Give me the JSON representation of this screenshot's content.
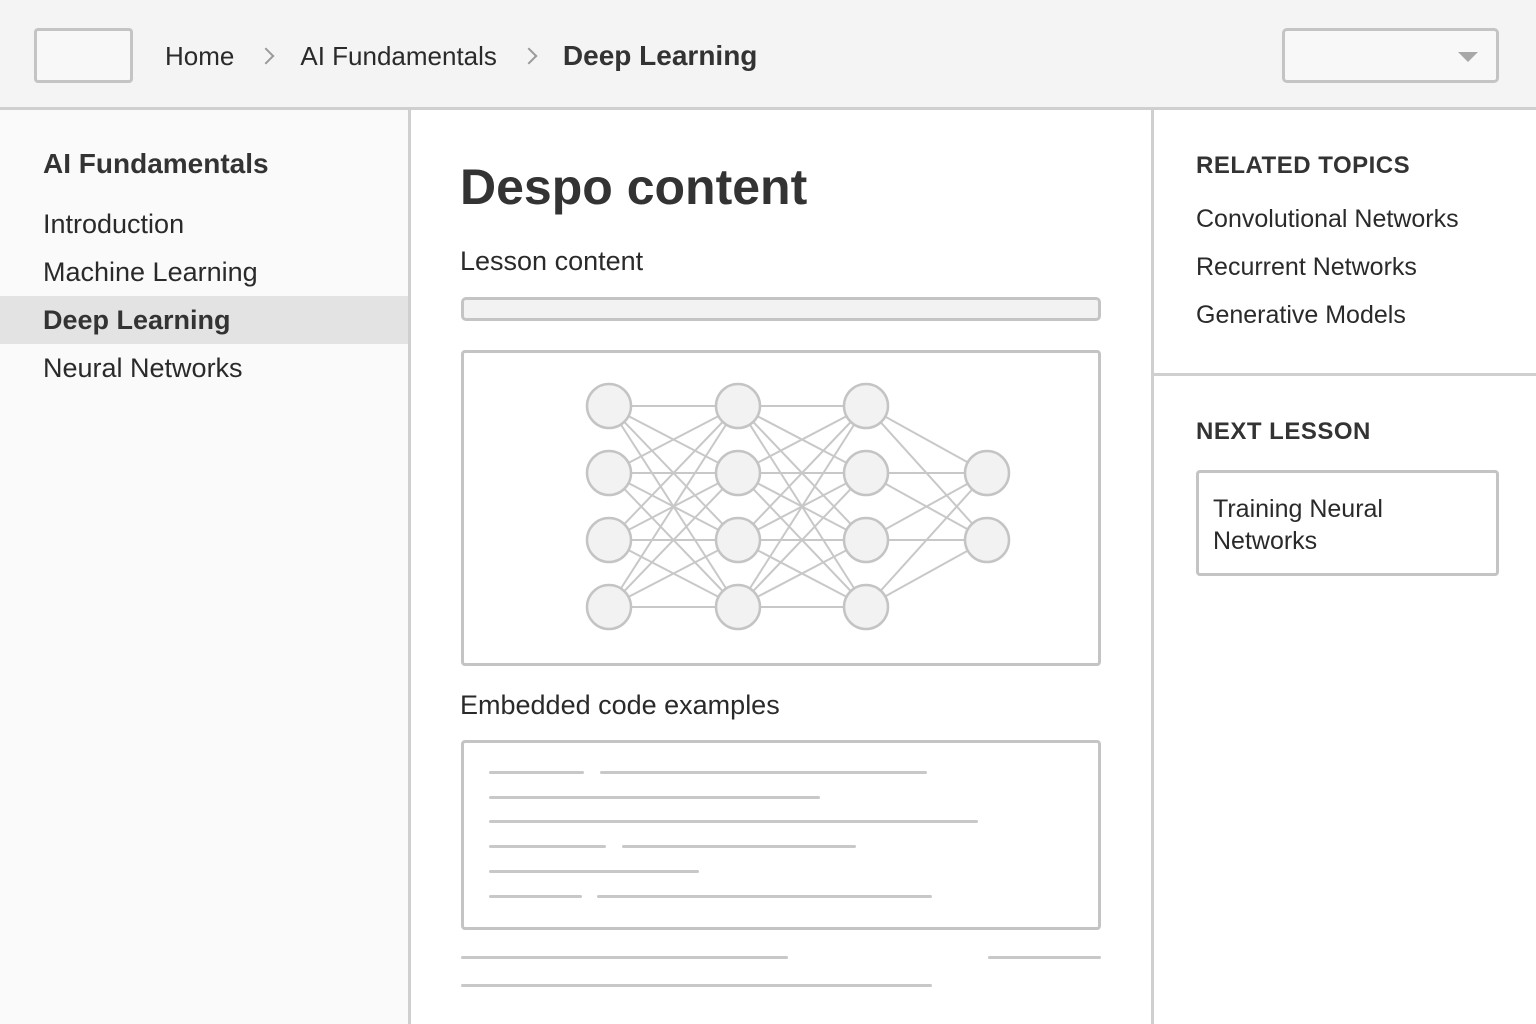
{
  "header": {
    "breadcrumb": [
      "Home",
      "AI Fundamentals",
      "Deep Learning"
    ]
  },
  "sidebar": {
    "title": "AI Fundamentals",
    "items": [
      {
        "label": "Introduction"
      },
      {
        "label": "Machine Learning"
      },
      {
        "label": "Deep Learning",
        "active": true
      },
      {
        "label": "Neural Networks"
      }
    ]
  },
  "main": {
    "title": "Despo content",
    "lesson_label": "Lesson content",
    "code_label": "Embedded code examples",
    "figure": {
      "description_icon": "neural-network-diagram",
      "layers": [
        4,
        4,
        4,
        2
      ]
    }
  },
  "right": {
    "related_title": "RELATED TOPICS",
    "related": [
      "Convolutional Networks",
      "Recurrent Networks",
      "Generative Models"
    ],
    "next_title": "NEXT LESSON",
    "next_lesson": "Training Neural Networks"
  },
  "colors": {
    "border": "#c4c4c4",
    "active_bg": "#e3e3e3",
    "node_fill": "#f2f2f2"
  }
}
